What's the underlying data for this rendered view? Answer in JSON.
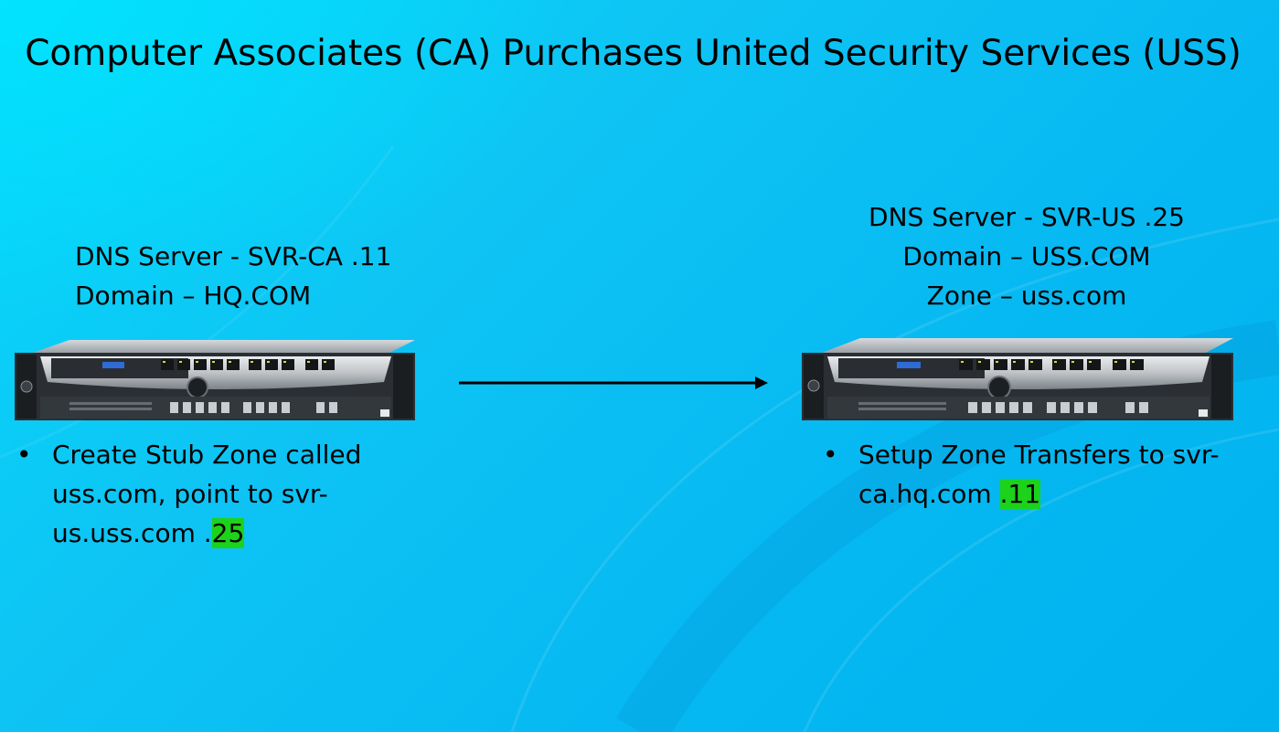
{
  "slide": {
    "title": "Computer Associates (CA) Purchases United Security Services (USS)",
    "background_color": "#0fc0f4",
    "highlight_color": "#1dd21a"
  },
  "left_server": {
    "label_lines": [
      "DNS Server - SVR-CA .11",
      "Domain – HQ.COM"
    ],
    "icon": "rack-server-icon",
    "bullet": {
      "marker": "•",
      "lines": [
        {
          "text": "Create Stub Zone called",
          "highlight": ""
        },
        {
          "text": "uss.com, point to svr-",
          "highlight": ""
        },
        {
          "text": "us.uss.com .",
          "highlight": "25"
        }
      ]
    }
  },
  "right_server": {
    "label_lines": [
      "DNS Server - SVR-US .25",
      "Domain – USS.COM",
      "Zone – uss.com"
    ],
    "icon": "rack-server-icon",
    "bullet": {
      "marker": "•",
      "lines": [
        {
          "text": "Setup Zone Transfers to svr-",
          "highlight": ""
        },
        {
          "text": "ca.hq.com ",
          "highlight": ".11"
        }
      ]
    }
  },
  "connector": {
    "icon": "arrow-right-icon",
    "direction": "left-to-right"
  }
}
